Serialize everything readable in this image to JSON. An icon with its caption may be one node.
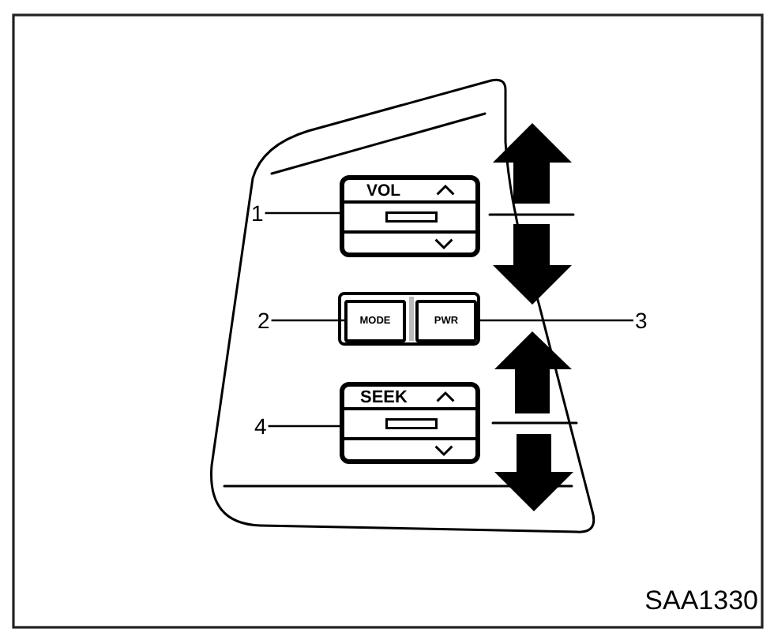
{
  "diagram": {
    "nodes": [
      {
        "text": [
          "1"
        ]
      },
      {
        "text": [
          "VOL"
        ]
      },
      {
        "text": [
          "2"
        ]
      },
      {
        "text": [],
        "shape": "box"
      },
      {
        "text": [
          "MODE"
        ],
        "in": 3
      },
      {
        "text": [
          "PWR"
        ],
        "in": 3
      },
      {
        "text": [
          "3"
        ]
      },
      {
        "text": [
          "4"
        ]
      },
      {
        "text": [
          "SEEK"
        ]
      }
    ],
    "edges": [
      {
        "from": 0,
        "to": 1,
        "arrow": "none"
      },
      {
        "from": 2,
        "to": 4,
        "arrow": "none"
      },
      {
        "from": 6,
        "to": 5,
        "arrow": "none"
      },
      {
        "from": 7,
        "to": 8,
        "arrow": "none"
      }
    ],
    "labels": [
      "SAA1330"
    ]
  }
}
